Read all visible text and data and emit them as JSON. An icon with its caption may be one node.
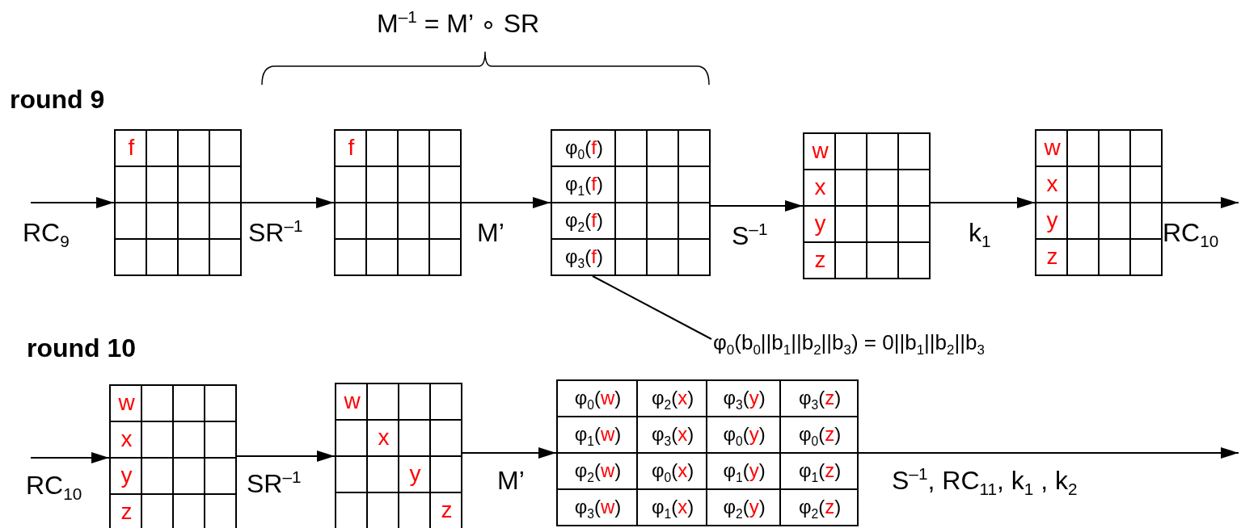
{
  "diagram": {
    "nodes": [
      {
        "text": [
          "f"
        ]
      },
      {
        "text": [
          "f"
        ]
      },
      {
        "text": [
          "φ$_{0}$(f)",
          "φ$_{1}$(f)",
          "φ$_{2}$(f)",
          "φ$_{3}$(f)"
        ]
      },
      {
        "text": [
          "w",
          "x",
          "y",
          "z"
        ]
      },
      {
        "text": [
          "w",
          "x",
          "y",
          "z"
        ]
      },
      {
        "text": [
          "φ$_{0}$(b$_{0}$||b$_{1}$||b$_{2}$||b$_{3}$) = 0||b$_{1}$||b$_{2}$||b$_{3}$"
        ]
      },
      {
        "text": [
          "w",
          "x",
          "y",
          "z"
        ]
      },
      {
        "text": [
          "w",
          "x",
          "y",
          "z"
        ]
      },
      {
        "text": [
          "φ$_{0}$(w)",
          "φ$_{2}$(x)",
          "φ$_{3}$(y)",
          "φ$_{3}$(z)",
          "φ$_{1}$(w)",
          "φ$_{3}$(x)",
          "φ$_{0}$(y)",
          "φ$_{0}$(z)",
          "φ$_{2}$(w)",
          "φ$_{0}$(x)",
          "φ$_{1}$(y)",
          "φ$_{1}$(z)",
          "φ$_{3}$(w)",
          "φ$_{1}$(x)",
          "φ$_{2}$(y)",
          "φ$_{2}$(z)"
        ]
      }
    ],
    "edges": [
      {
        "from": null,
        "to": 0,
        "arrow": "to",
        "label": "RC$_{9}$"
      },
      {
        "from": 0,
        "to": 1,
        "arrow": "to",
        "label": "SR$^{–1}$"
      },
      {
        "from": 1,
        "to": 2,
        "arrow": "to",
        "label": "M’"
      },
      {
        "from": 2,
        "to": 3,
        "arrow": "to",
        "label": "S$^{–1}$"
      },
      {
        "from": 3,
        "to": 4,
        "arrow": "to",
        "label": "k$_{1}$"
      },
      {
        "from": 4,
        "to": null,
        "arrow": "to",
        "label": "RC$_{10}$"
      },
      {
        "from": null,
        "to": 6,
        "arrow": "to",
        "label": "RC$_{10}$"
      },
      {
        "from": 6,
        "to": 7,
        "arrow": "to",
        "label": "SR$^{–1}$"
      },
      {
        "from": 7,
        "to": 8,
        "arrow": "to",
        "label": "M’"
      },
      {
        "from": 8,
        "to": null,
        "arrow": "to",
        "label": "S$^{–1}$, RC$_{11}$, k$_{1}$ , k$_{2}$"
      },
      {
        "from": 5,
        "to": 2,
        "arrow": "none"
      }
    ],
    "labels": [
      "M$^{–1}$ = M’ ∘ SR",
      "round 9",
      "round 10"
    ]
  }
}
